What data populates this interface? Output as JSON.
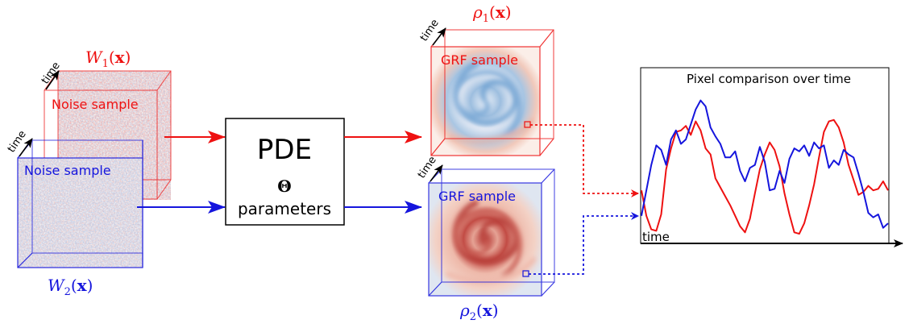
{
  "noise_cube_1": {
    "label": "Noise sample",
    "math_letter": "W",
    "math_sub": "1",
    "math_arg": "x",
    "color": "#ee1111"
  },
  "noise_cube_2": {
    "label": "Noise sample",
    "math_letter": "W",
    "math_sub": "2",
    "math_arg": "x",
    "color": "#1515dd"
  },
  "time_label": "time",
  "pde_box": {
    "title": "PDE",
    "symbol": "Θ",
    "caption": "parameters"
  },
  "grf_cube_1": {
    "label": "GRF sample",
    "math_letter": "ρ",
    "math_sub": "1",
    "math_arg": "x",
    "color": "#ee1111"
  },
  "grf_cube_2": {
    "label": "GRF sample",
    "math_letter": "ρ",
    "math_sub": "2",
    "math_arg": "x",
    "color": "#1515dd"
  },
  "comparison_plot": {
    "title": "Pixel comparison over time",
    "xlabel": "time"
  },
  "chart_data": {
    "type": "line",
    "title": "Pixel comparison over time",
    "xlabel": "time",
    "ylabel": "",
    "x_range": [
      0,
      100
    ],
    "y_range": [
      0,
      100
    ],
    "grid": false,
    "series": [
      {
        "color": "#ee1111",
        "x": [
          0,
          2,
          4,
          6,
          8,
          10,
          12,
          14,
          16,
          18,
          20,
          22,
          24,
          26,
          28,
          30,
          32,
          34,
          36,
          38,
          40,
          42,
          44,
          46,
          48,
          50,
          52,
          54,
          56,
          58,
          60,
          62,
          64,
          66,
          68,
          70,
          72,
          74,
          76,
          78,
          80,
          82,
          84,
          86,
          88,
          90,
          92,
          94,
          96,
          98,
          100
        ],
        "y": [
          30,
          13,
          4,
          3,
          14,
          44,
          58,
          69,
          70,
          73,
          67,
          76,
          70,
          58,
          54,
          38,
          32,
          26,
          20,
          13,
          6,
          2,
          11,
          28,
          44,
          54,
          62,
          57,
          46,
          28,
          14,
          2,
          1,
          8,
          20,
          34,
          52,
          69,
          76,
          77,
          72,
          62,
          47,
          37,
          27,
          29,
          33,
          30,
          31,
          36,
          30
        ]
      },
      {
        "color": "#1515dd",
        "x": [
          0,
          2,
          4,
          6,
          8,
          10,
          12,
          14,
          16,
          18,
          20,
          22,
          24,
          26,
          28,
          30,
          32,
          34,
          36,
          38,
          40,
          42,
          44,
          46,
          48,
          50,
          52,
          54,
          56,
          58,
          60,
          62,
          64,
          66,
          68,
          70,
          72,
          74,
          76,
          78,
          80,
          82,
          84,
          86,
          88,
          90,
          92,
          94,
          96,
          98,
          100
        ],
        "y": [
          13,
          30,
          47,
          60,
          57,
          47,
          64,
          70,
          61,
          64,
          74,
          84,
          90,
          86,
          72,
          66,
          61,
          52,
          52,
          56,
          43,
          36,
          45,
          47,
          59,
          49,
          30,
          31,
          43,
          35,
          51,
          58,
          56,
          60,
          53,
          62,
          58,
          60,
          45,
          50,
          47,
          57,
          54,
          52,
          41,
          29,
          15,
          12,
          14,
          5,
          8
        ]
      }
    ]
  }
}
